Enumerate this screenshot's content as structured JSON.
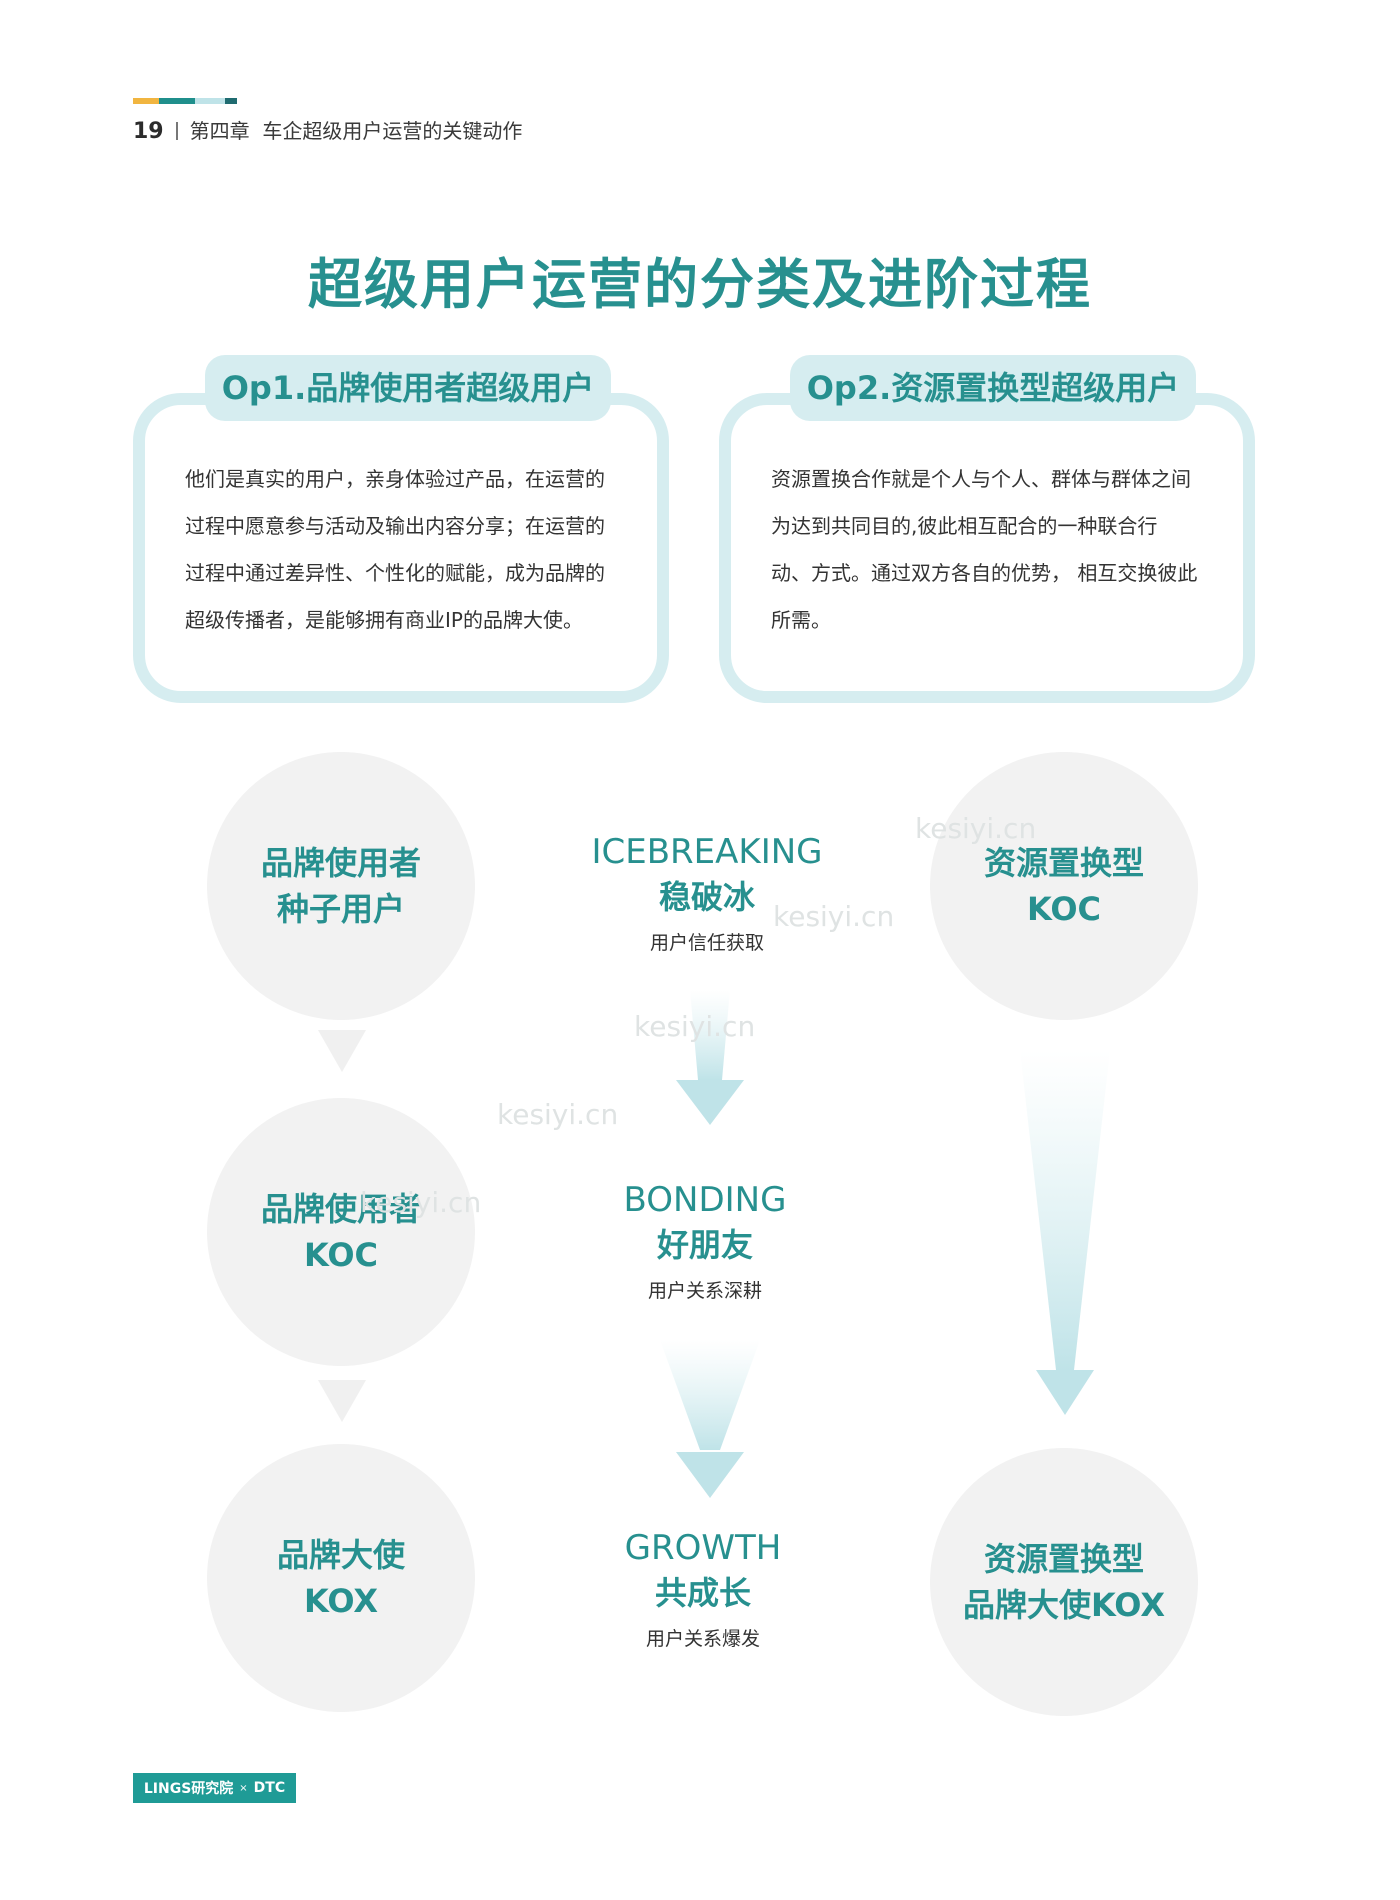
{
  "header": {
    "page_number": "19",
    "chapter": "第四章",
    "chapter_title": "车企超级用户运营的关键动作",
    "bar_colors": [
      "#f1b540",
      "#1f8f8c",
      "#bfe3e8",
      "#1f6b70"
    ]
  },
  "title": "超级用户运营的分类及进阶过程",
  "boxes": [
    {
      "label": "Op1.品牌使用者超级用户",
      "lines": [
        "他们是真实的用户，亲身体验过产品，在运营的",
        "过程中愿意参与活动及输出内容分享；在运营的",
        "过程中通过差异性、个性化的赋能，成为品牌的",
        "超级传播者，是能够拥有商业IP的品牌大使。"
      ]
    },
    {
      "label": "Op2.资源置换型超级用户",
      "lines": [
        "资源置换合作就是个人与个人、群体与群体之间",
        "为达到共同目的,彼此相互配合的一种联合行",
        "动、方式。通过双方各自的优势， 相互交换彼此",
        "所需。"
      ]
    }
  ],
  "left_column": [
    {
      "line1": "品牌使用者",
      "line2": "种子用户"
    },
    {
      "line1": "品牌使用者",
      "line2": "KOC"
    },
    {
      "line1": "品牌大使",
      "line2": "KOX"
    }
  ],
  "stages": [
    {
      "en": "ICEBREAKING",
      "cn": "稳破冰",
      "sub": "用户信任获取"
    },
    {
      "en": "BONDING",
      "cn": "好朋友",
      "sub": "用户关系深耕"
    },
    {
      "en": "GROWTH",
      "cn": "共成长",
      "sub": "用户关系爆发"
    }
  ],
  "right_column": [
    {
      "line1": "资源置换型",
      "line2": "KOC"
    },
    {
      "line1": "资源置换型",
      "line2": "品牌大使KOX"
    }
  ],
  "watermark": "kesiyi.cn",
  "footer": {
    "left_logo_text": "LINGS研究院",
    "separator": "×",
    "right_logo_text": "DTC"
  },
  "colors": {
    "accent": "#27908f",
    "box_border": "#d6edf0",
    "circle_bg": "#f2f2f2",
    "footer_bg": "#1f9b96"
  }
}
